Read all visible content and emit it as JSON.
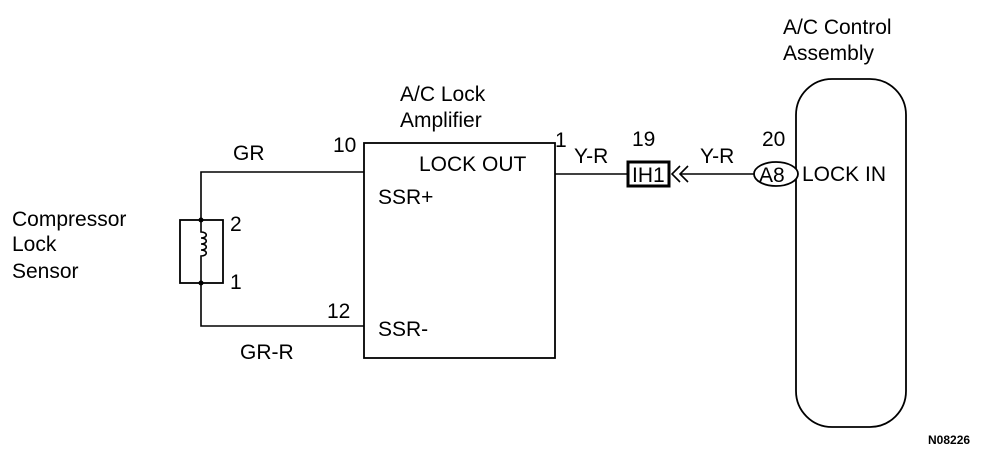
{
  "sensor": {
    "name_lines": [
      "Compressor",
      "Lock",
      "Sensor"
    ],
    "pin_top": "2",
    "pin_bottom": "1"
  },
  "amplifier": {
    "title_lines": [
      "A/C Lock",
      "Amplifier"
    ],
    "pin_ssr_plus_number": "10",
    "pin_ssr_minus_number": "12",
    "pin_lock_out_number": "1",
    "label_ssr_plus": "SSR+",
    "label_ssr_minus": "SSR-",
    "label_lock_out": "LOCK OUT"
  },
  "wires": {
    "gr": "GR",
    "gr_r": "GR-R",
    "y_r_left": "Y-R",
    "y_r_right": "Y-R"
  },
  "connector_ih1": {
    "code": "IH1",
    "pin": "19"
  },
  "connector_a8": {
    "code": "A8",
    "pin": "20"
  },
  "control_assembly": {
    "title_lines": [
      "A/C Control",
      "Assembly"
    ],
    "label_lock_in": "LOCK IN"
  },
  "figure_code": "N08226"
}
